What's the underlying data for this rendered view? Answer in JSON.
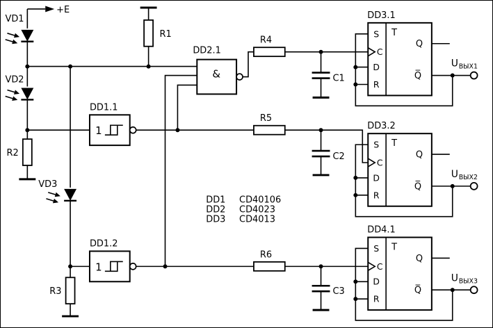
{
  "canvas": {
    "background": "#ffffff",
    "line_color": "#000000"
  },
  "power_rail": {
    "label": "+E"
  },
  "photodiodes": {
    "vd1": "VD1",
    "vd2": "VD2",
    "vd3": "VD3"
  },
  "resistors": {
    "r1": "R1",
    "r2": "R2",
    "r3": "R3",
    "r4": "R4",
    "r5": "R5",
    "r6": "R6"
  },
  "capacitors": {
    "c1": "C1",
    "c2": "C2",
    "c3": "C3"
  },
  "logic": {
    "nand_gate": {
      "label": "DD2.1",
      "symbol": "&"
    },
    "schmitt_1": {
      "label": "DD1.1",
      "symbol": "1"
    },
    "schmitt_2": {
      "label": "DD1.2",
      "symbol": "1"
    }
  },
  "flipflops": {
    "ff1_label": "DD3.1",
    "ff2_label": "DD3.2",
    "ff3_label": "DD4.1",
    "pin_s": "S",
    "pin_c": "C",
    "pin_d": "D",
    "pin_r": "R",
    "type_label": "T",
    "out_q": "Q",
    "out_qn": "Q̅"
  },
  "outputs": {
    "out1_main": "U",
    "out1_sub": "ВЫХ1",
    "out2_main": "U",
    "out2_sub": "ВЫХ2",
    "out3_main": "U",
    "out3_sub": "ВЫХ3"
  },
  "parts_list": [
    {
      "ref": "DD1",
      "part": "CD40106"
    },
    {
      "ref": "DD2",
      "part": "CD4023"
    },
    {
      "ref": "DD3",
      "part": "CD4013"
    }
  ]
}
